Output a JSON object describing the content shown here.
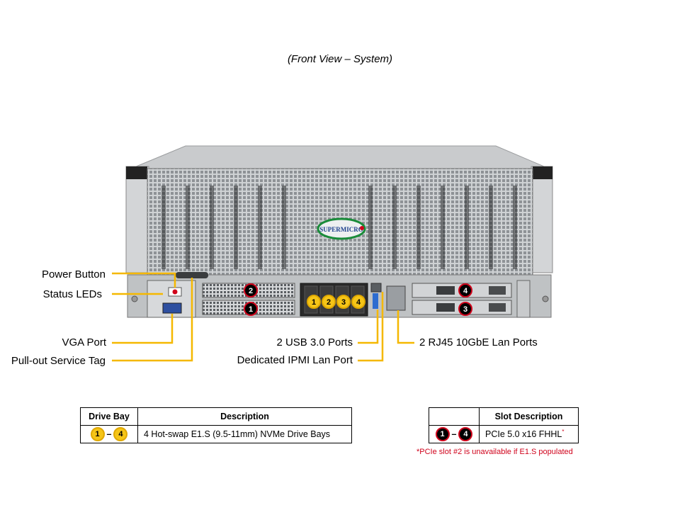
{
  "header": {
    "title": "(Front View – System)"
  },
  "chassis": {
    "logo_text": "SUPERMICRO"
  },
  "callouts": {
    "power_button": "Power Button",
    "status_leds": "Status LEDs",
    "vga_port": "VGA Port",
    "service_tag": "Pull-out Service Tag",
    "usb_ports": "2 USB 3.0 Ports",
    "ipmi_port": "Dedicated IPMI Lan Port",
    "rj45_ports": "2 RJ45 10GbE Lan Ports"
  },
  "drive_badges": [
    "1",
    "2",
    "3",
    "4"
  ],
  "slot_badges": [
    "2",
    "1",
    "4",
    "3"
  ],
  "drive_table": {
    "headers": [
      "Drive Bay",
      "Description"
    ],
    "range_start": "1",
    "range_end": "4",
    "range_sep": "–",
    "description": "4 Hot-swap E1.S (9.5-11mm) NVMe Drive Bays"
  },
  "slot_table": {
    "headers": [
      "",
      "Slot Description"
    ],
    "range_start": "1",
    "range_end": "4",
    "range_sep": "–",
    "description": "PCIe 5.0 x16 FHHL",
    "footnote_mark": "*"
  },
  "footnote": "*PCIe slot #2 is unavailable if E1.S populated",
  "colors": {
    "callout_line": "#f5b800",
    "badge_yellow": "#f5c518",
    "badge_red_ring": "#d0021b",
    "note_red": "#d0021b"
  }
}
